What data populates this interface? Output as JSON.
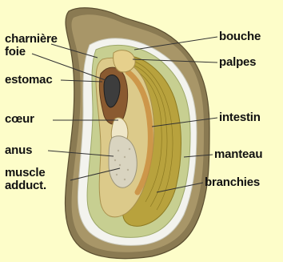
{
  "diagram": {
    "labels": {
      "charniere": "charnière",
      "foie": "foie",
      "estomac": "estomac",
      "coeur": "cœur",
      "anus": "anus",
      "muscle": "muscle",
      "adduct": "adduct.",
      "bouche": "bouche",
      "palpes": "palpes",
      "intestin": "intestin",
      "manteau": "manteau",
      "branchies": "branchies"
    },
    "colors": {
      "background": "#fdfdc9",
      "shell_outer": "#8a7a52",
      "shell_inner": "#f3f3ee",
      "mantle": "#c7cf91",
      "body": "#dcca8a",
      "liver": "#8a5a30",
      "stomach": "#3d3d3d",
      "gills": "#b8a23d"
    }
  }
}
